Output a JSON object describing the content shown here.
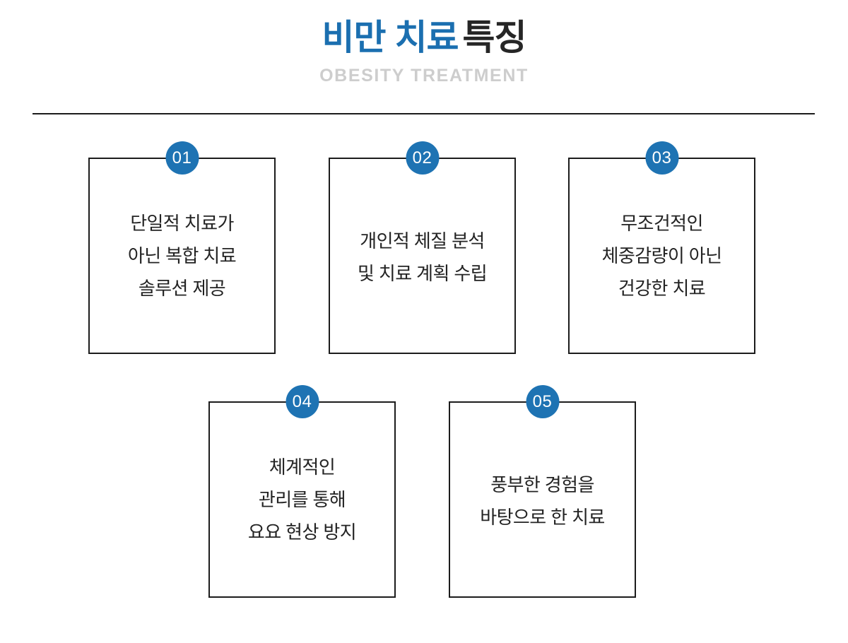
{
  "header": {
    "title_highlight": "비만 치료",
    "title_rest": "특징",
    "subtitle": "OBESITY TREATMENT",
    "title_color": "#1b6fb0",
    "title_rest_color": "#262626",
    "subtitle_color": "#cdcdcd",
    "divider_color": "#1c1c1c"
  },
  "theme": {
    "accent": "#1e73b3",
    "border": "#1c1c1c",
    "text": "#232323",
    "background": "#ffffff"
  },
  "cards": [
    {
      "number": "01",
      "lines": [
        "단일적 치료가",
        "아닌 복합 치료",
        "솔루션 제공"
      ]
    },
    {
      "number": "02",
      "lines": [
        "개인적 체질 분석",
        "및 치료 계획 수립"
      ]
    },
    {
      "number": "03",
      "lines": [
        "무조건적인",
        "체중감량이 아닌",
        "건강한 치료"
      ]
    },
    {
      "number": "04",
      "lines": [
        "체계적인",
        "관리를 통해",
        "요요 현상 방지"
      ]
    },
    {
      "number": "05",
      "lines": [
        "풍부한 경험을",
        "바탕으로 한 치료"
      ]
    }
  ]
}
